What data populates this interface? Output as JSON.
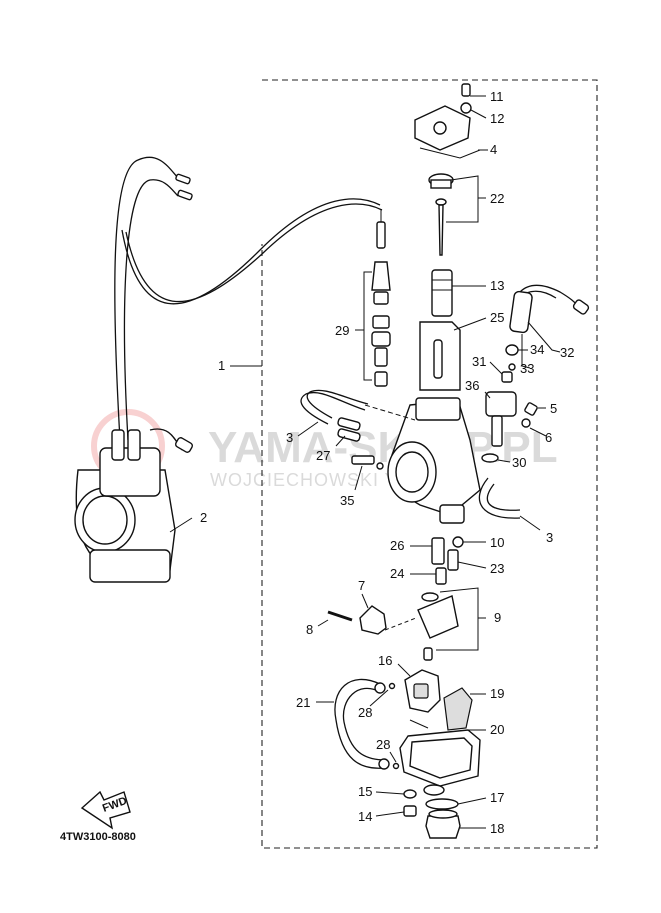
{
  "diagram": {
    "part_code": "4TW3100-8080",
    "fwd_badge": "FWD",
    "watermark": {
      "main": "YAMA-SKLEP.PL",
      "sub": "WOJCIECHOWSKI YAMAHA"
    },
    "callouts": {
      "c1": "1",
      "c2": "2",
      "c3a": "3",
      "c3b": "3",
      "c4": "4",
      "c5": "5",
      "c6": "6",
      "c7": "7",
      "c8": "8",
      "c9": "9",
      "c10": "10",
      "c11": "11",
      "c12": "12",
      "c13": "13",
      "c14": "14",
      "c15": "15",
      "c16": "16",
      "c17": "17",
      "c18": "18",
      "c19": "19",
      "c20": "20",
      "c21": "21",
      "c22": "22",
      "c23": "23",
      "c24": "24",
      "c25": "25",
      "c26": "26",
      "c27": "27",
      "c28a": "28",
      "c28b": "28",
      "c29": "29",
      "c30": "30",
      "c31": "31",
      "c32": "32",
      "c33": "33",
      "c34": "34",
      "c35": "35",
      "c36": "36"
    }
  }
}
